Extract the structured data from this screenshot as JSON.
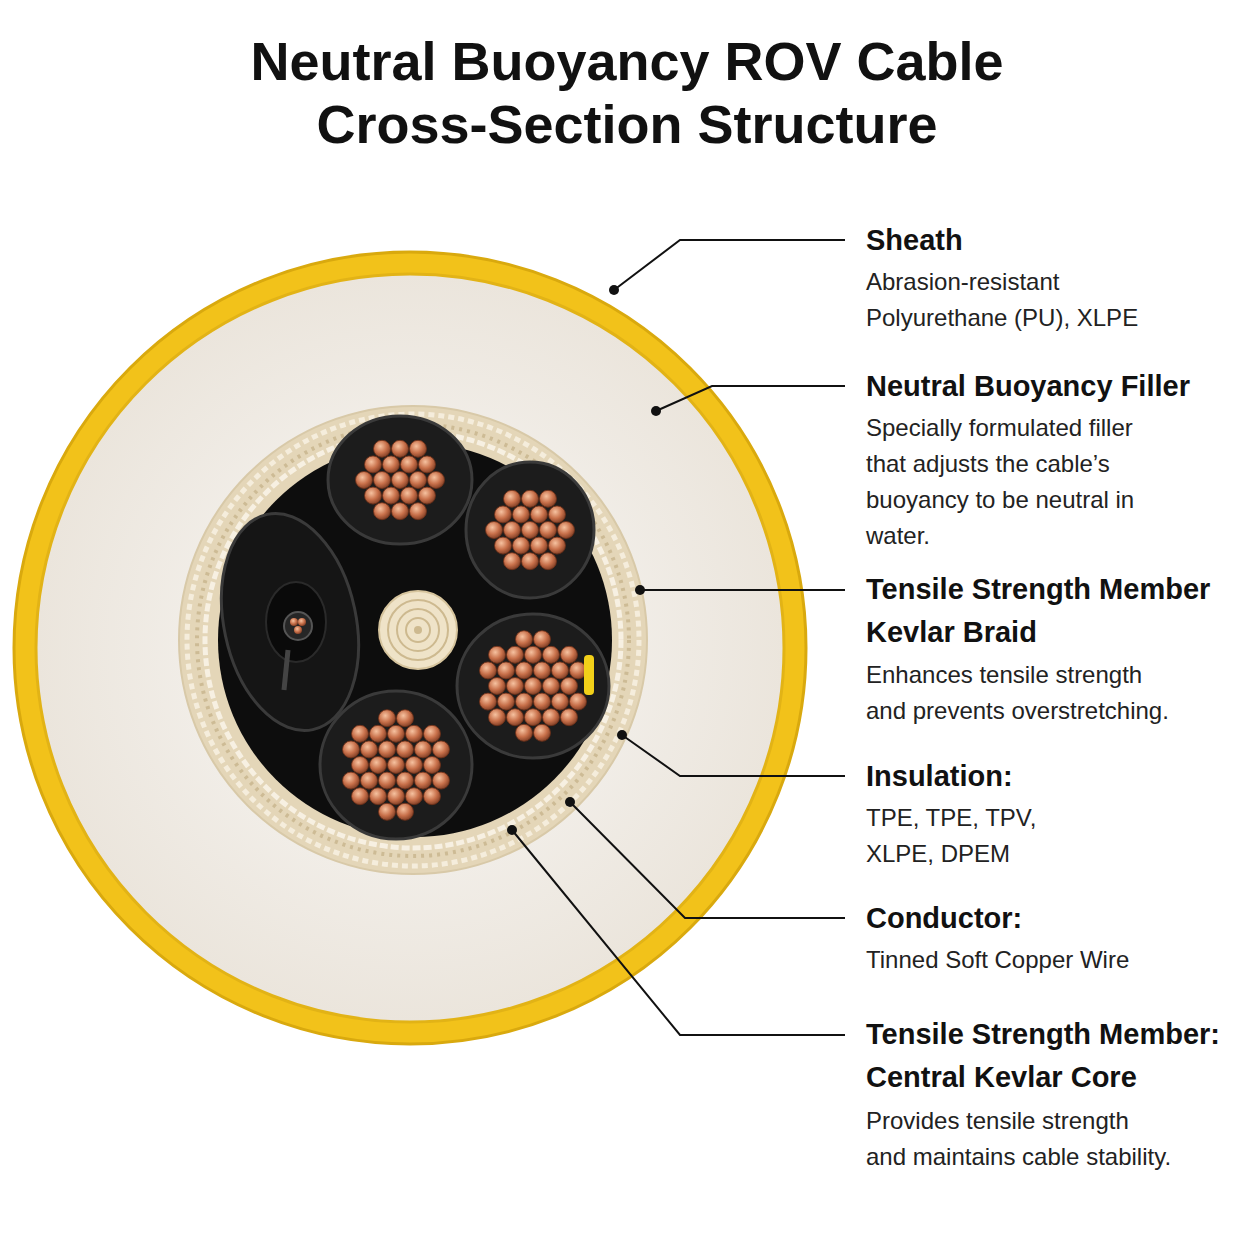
{
  "diagram": {
    "title": "Neutral Buoyancy ROV Cable Cross-Section Structure",
    "labels": [
      "Sheath",
      "Abrasion-resistant Polyurethane (PU), XLPE",
      "Neutral Buoyancy Filler",
      "Specially formulated filler that adjusts the cable’s buoyancy to be neutral in water.",
      "Tensile Strength Member Kevlar Braid",
      "Enhances tensile strength and prevents overstretching.",
      "Insulation:",
      "TPE, TPE, TPV, XLPE, DPEM",
      "Conductor:",
      "Tinned Soft Copper Wire",
      "Tensile Strength Member: Central Kevlar Core",
      "Provides tensile strength and maintains cable stability."
    ]
  }
}
